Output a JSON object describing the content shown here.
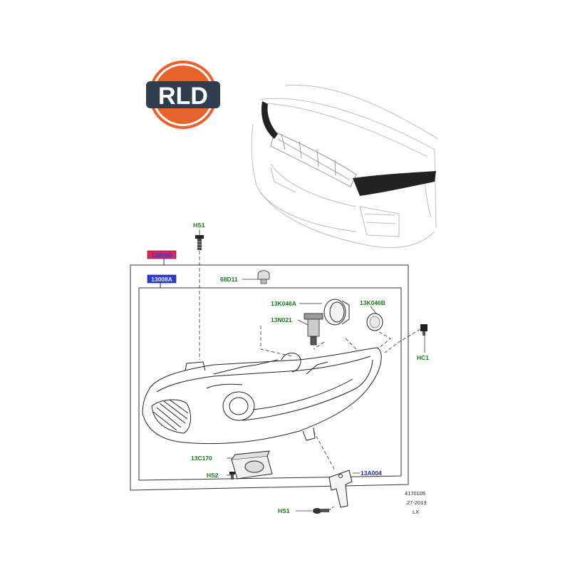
{
  "logo": {
    "text": "RLD",
    "colors": {
      "ring": "#e8622c",
      "band": "#2f3e4d",
      "letters": "#ffffff"
    }
  },
  "assembly_labels": {
    "box_outer": "13008B",
    "box_inner": "13008A"
  },
  "part_labels": {
    "hs1_top": "HS1",
    "p68d11": "68D11",
    "p13k046a": "13K046A",
    "p13k046b": "13K046B",
    "p13n021": "13N021",
    "hc1": "HC1",
    "p13c170": "13C170",
    "hs2": "HS2",
    "p13a004": "13A004",
    "hs1_bottom": "HS1"
  },
  "reference": {
    "line1": "4170105",
    "line2": "27-2013",
    "line3": "LX"
  },
  "colors": {
    "label_green": "#1a7a1a",
    "label_blue": "#1a2aa6",
    "tag_red": "#e0245e",
    "tag_blue": "#2a3bd6",
    "line": "#333333",
    "car_sketch": "#bbbbbb"
  }
}
